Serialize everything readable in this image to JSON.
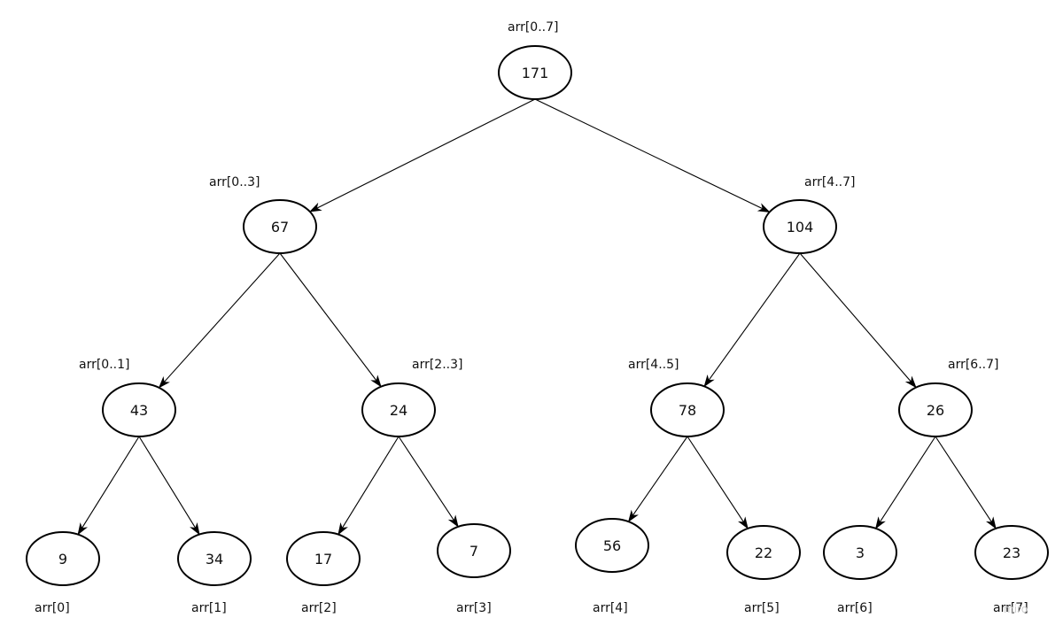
{
  "nodes": [
    {
      "id": "n171",
      "value": "171",
      "label": "arr[0..7]"
    },
    {
      "id": "n67",
      "value": "67",
      "label": "arr[0..3]"
    },
    {
      "id": "n104",
      "value": "104",
      "label": "arr[4..7]"
    },
    {
      "id": "n43",
      "value": "43",
      "label": "arr[0..1]"
    },
    {
      "id": "n24",
      "value": "24",
      "label": "arr[2..3]"
    },
    {
      "id": "n78",
      "value": "78",
      "label": "arr[4..5]"
    },
    {
      "id": "n26",
      "value": "26",
      "label": "arr[6..7]"
    },
    {
      "id": "n9",
      "value": "9",
      "label": "arr[0]"
    },
    {
      "id": "n34",
      "value": "34",
      "label": "arr[1]"
    },
    {
      "id": "n17",
      "value": "17",
      "label": "arr[2]"
    },
    {
      "id": "n7",
      "value": "7",
      "label": "arr[3]"
    },
    {
      "id": "n56",
      "value": "56",
      "label": "arr[4]"
    },
    {
      "id": "n22",
      "value": "22",
      "label": "arr[5]"
    },
    {
      "id": "n3",
      "value": "3",
      "label": "arr[6]"
    },
    {
      "id": "n23",
      "value": "23",
      "label": "arr[7]"
    }
  ],
  "edges": [
    {
      "from": "n171",
      "to": "n67"
    },
    {
      "from": "n171",
      "to": "n104"
    },
    {
      "from": "n67",
      "to": "n43"
    },
    {
      "from": "n67",
      "to": "n24"
    },
    {
      "from": "n104",
      "to": "n78"
    },
    {
      "from": "n104",
      "to": "n26"
    },
    {
      "from": "n43",
      "to": "n9"
    },
    {
      "from": "n43",
      "to": "n34"
    },
    {
      "from": "n24",
      "to": "n17"
    },
    {
      "from": "n24",
      "to": "n7"
    },
    {
      "from": "n78",
      "to": "n56"
    },
    {
      "from": "n78",
      "to": "n22"
    },
    {
      "from": "n26",
      "to": "n3"
    },
    {
      "from": "n26",
      "to": "n23"
    }
  ],
  "watermark": "miro",
  "colors": {
    "stroke": "#000000",
    "text": "#111111",
    "background": "#ffffff"
  }
}
